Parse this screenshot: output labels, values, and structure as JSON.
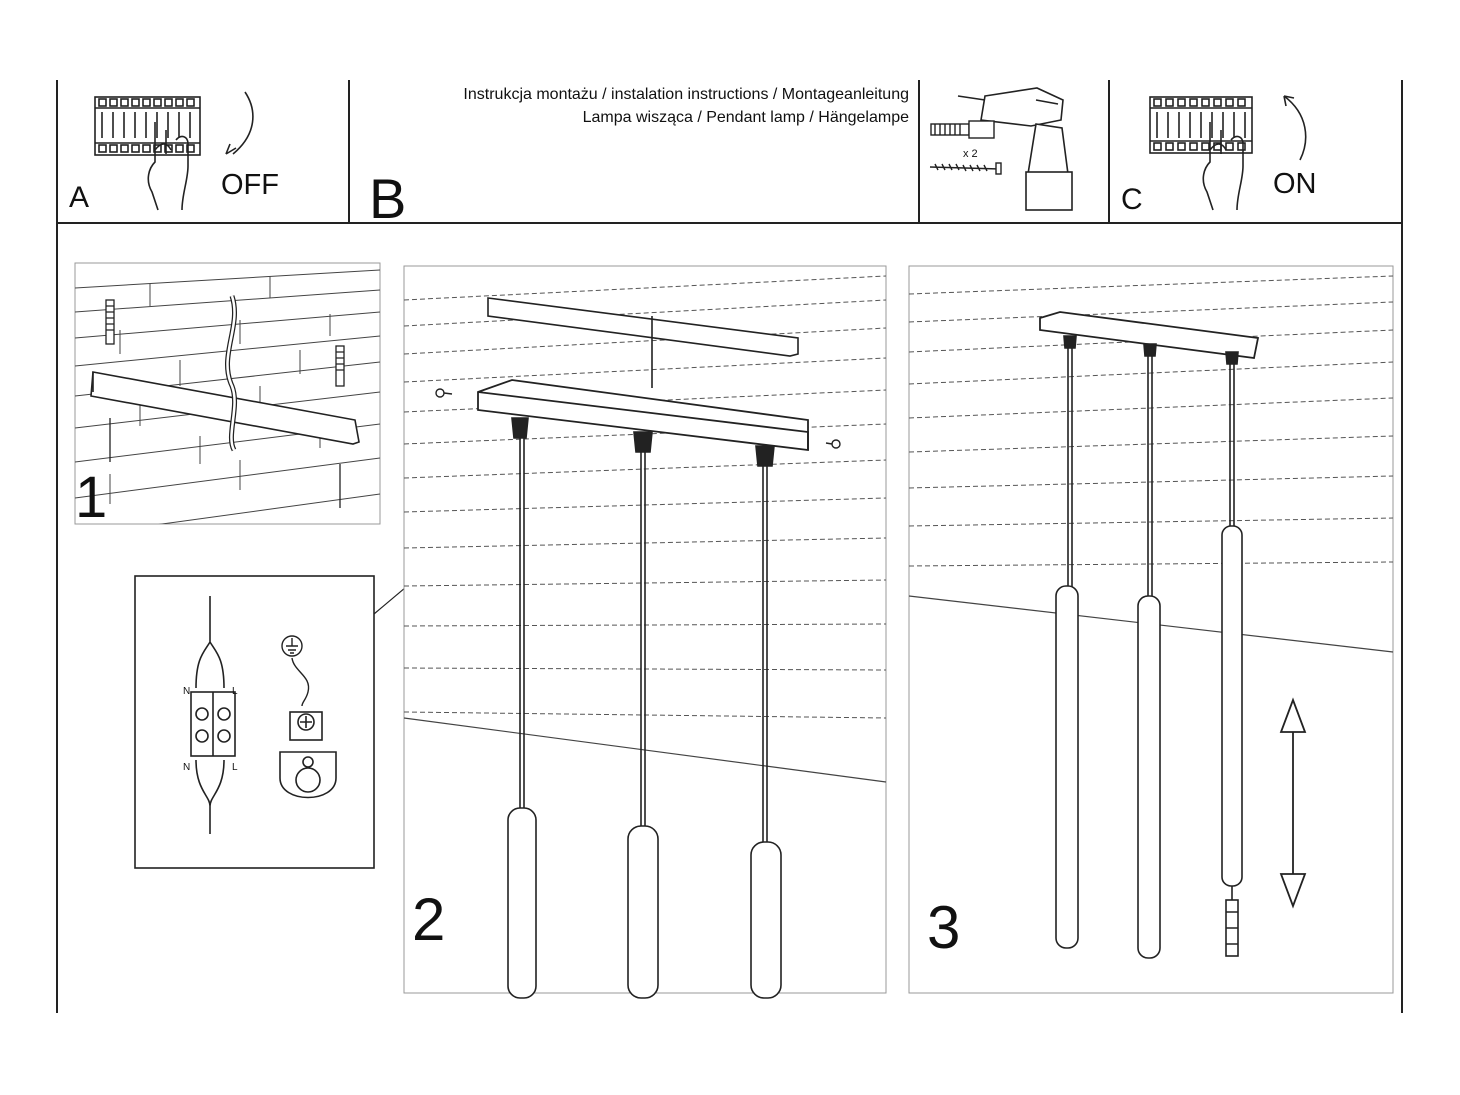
{
  "header": {
    "title_line1": "Instrukcja montażu / instalation instructions / Montageanleitung",
    "title_line2": "Lampa wisząca / Pendant lamp / Hängelampe"
  },
  "steps": {
    "a": {
      "letter": "A",
      "action": "OFF"
    },
    "b": {
      "letter": "B",
      "anchor_count": "x 2"
    },
    "c": {
      "letter": "C",
      "action": "ON"
    },
    "s1": {
      "number": "1"
    },
    "s2": {
      "number": "2"
    },
    "s3": {
      "number": "3"
    }
  },
  "wiring": {
    "neutral_top": "N",
    "live_top": "L",
    "neutral_bottom": "N",
    "live_bottom": "L"
  },
  "icons": [
    "circuit-breaker-icon",
    "hand-icon",
    "drill-icon",
    "wall-plug-icon",
    "screw-icon",
    "earth-symbol-icon",
    "terminal-block-icon",
    "up-down-arrow-icon"
  ]
}
